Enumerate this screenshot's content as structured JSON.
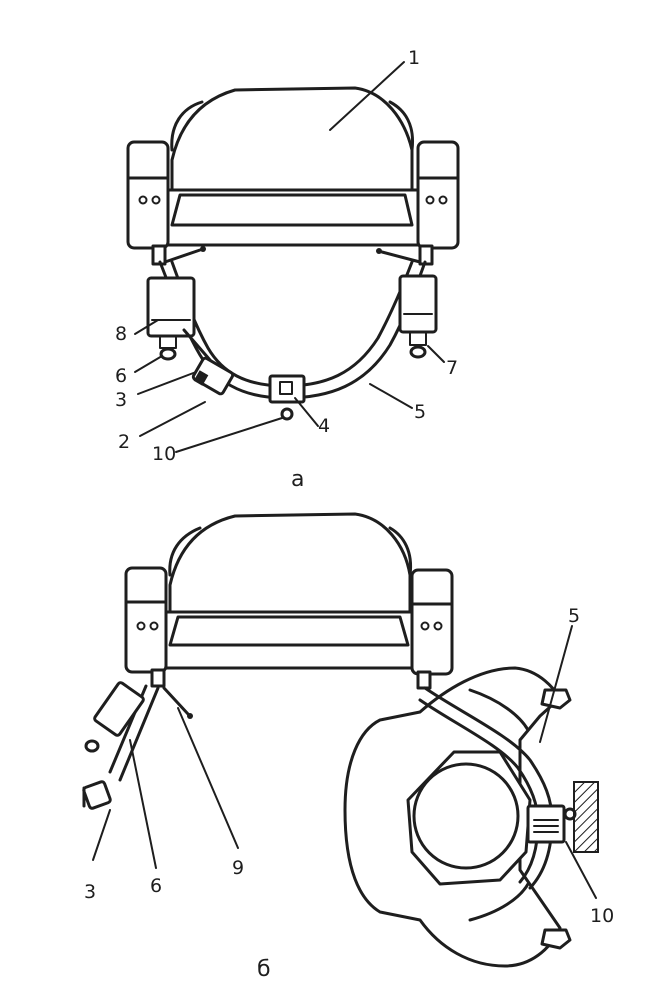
{
  "figure_a": {
    "caption": "a",
    "labels": [
      "1",
      "8",
      "6",
      "3",
      "2",
      "10",
      "4",
      "5",
      "7"
    ]
  },
  "figure_b": {
    "caption": "б",
    "labels": [
      "5",
      "3",
      "6",
      "9",
      "10"
    ]
  },
  "colors": {
    "ink": "#1e1e1e",
    "paper": "#ffffff",
    "hatch": "#1e1e1e"
  }
}
